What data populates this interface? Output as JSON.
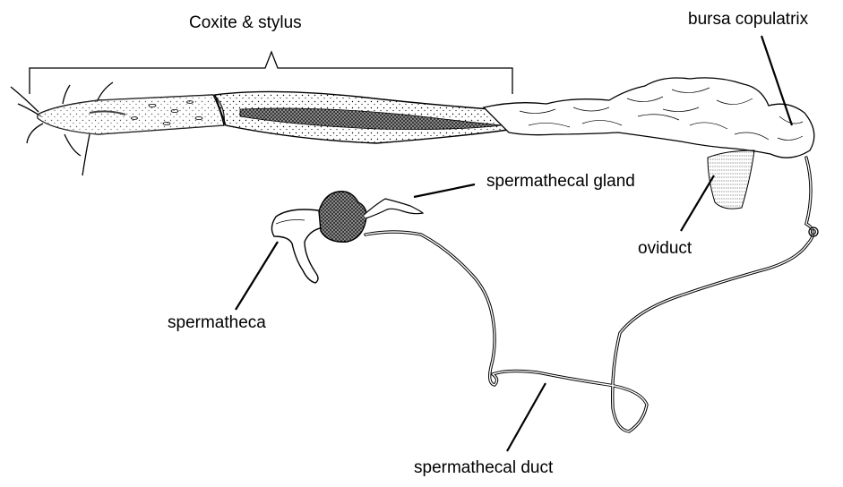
{
  "labels": {
    "coxite_stylus": "Coxite & stylus",
    "bursa_copulatrix": "bursa copulatrix",
    "spermathecal_gland": "spermathecal gland",
    "oviduct": "oviduct",
    "spermatheca": "spermatheca",
    "spermathecal_duct": "spermathecal duct"
  }
}
